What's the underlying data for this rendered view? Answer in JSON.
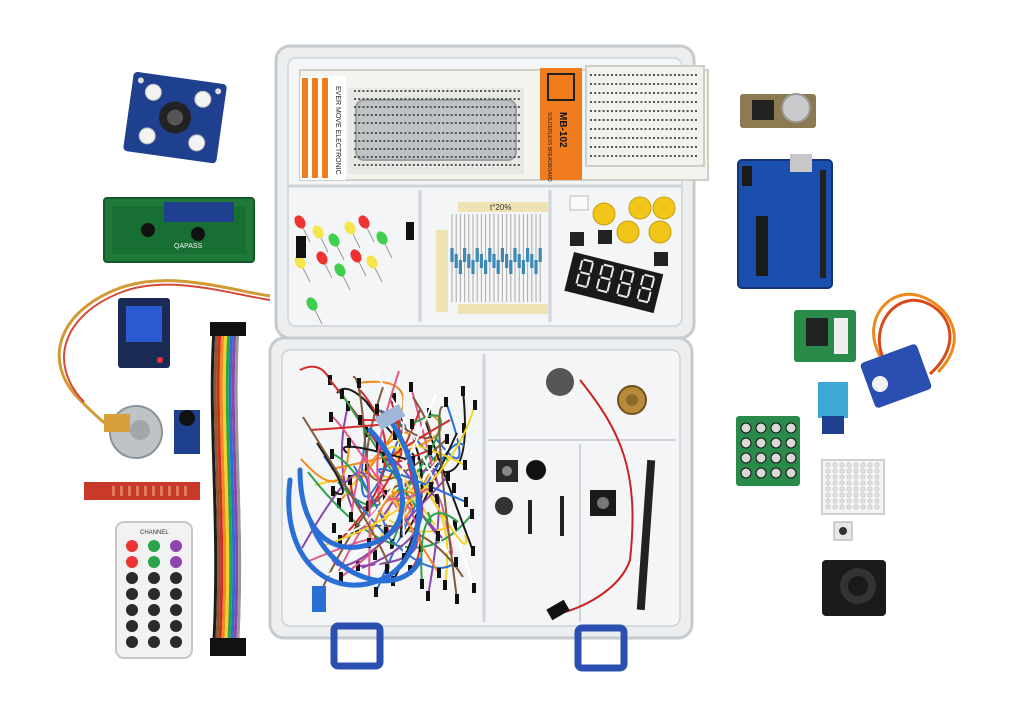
{
  "scene": {
    "description_kind": "photo",
    "colors": {
      "background": "#ffffff",
      "case_plastic": "#e9ebec",
      "case_edge": "#c9ced2",
      "latch_blue": "#2b4fb0",
      "pcb_blue": "#1f3f8f",
      "pcb_green": "#1f7a3a",
      "breadboard": "#f2f2ee",
      "label_orange": "#f07c1e"
    }
  },
  "labels": {
    "breadboard_left_brand": "EVER MOVE ELECTRONIC",
    "breadboard_model": "MB-102",
    "breadboard_sub": "SOLDERLESS BREADBOARD",
    "lcd_brand": "QAPASS",
    "ir_remote_brand": "CHANNEL",
    "resistor_note": "t°20%"
  },
  "seven_segment": {
    "digits": 4
  },
  "remote_keys": {
    "rows": 7,
    "cols": 3
  },
  "keypad": {
    "rows": 4,
    "cols": 4
  },
  "led_matrix": {
    "rows": 8,
    "cols": 8
  }
}
